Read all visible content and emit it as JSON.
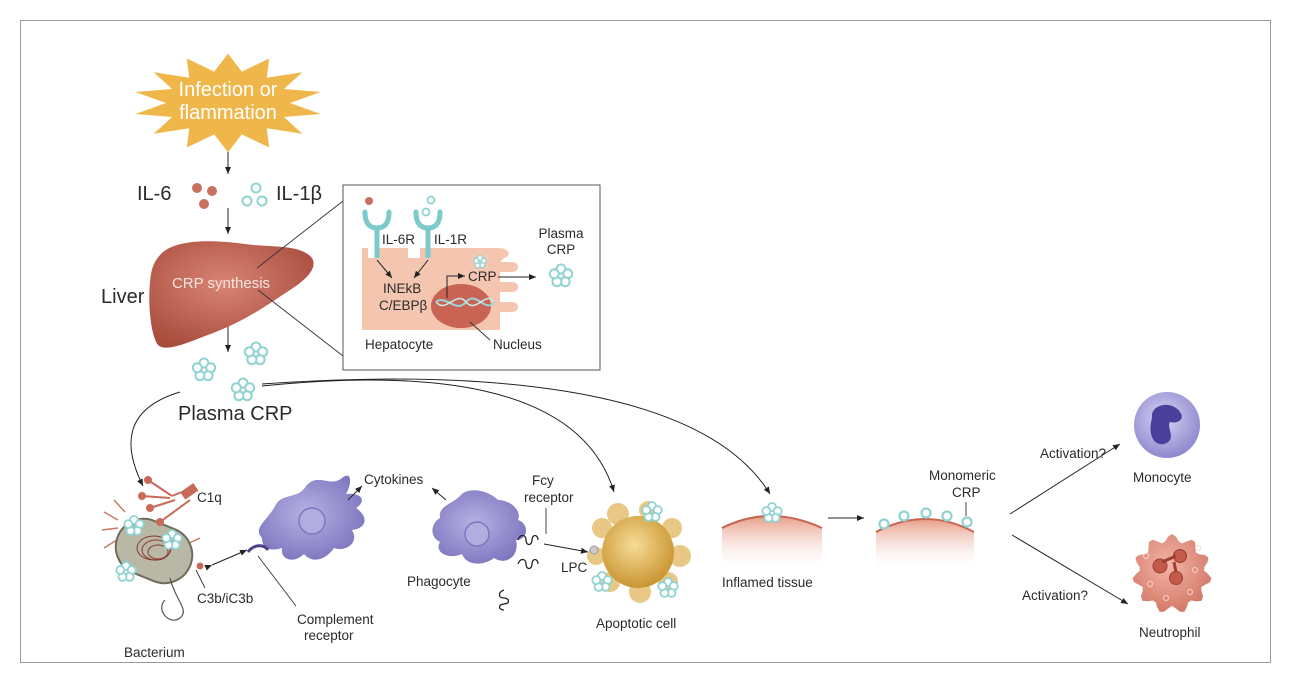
{
  "trigger": {
    "line1": "Infection or",
    "line2": "flammation"
  },
  "cytokines": {
    "il6": "IL-6",
    "il1b": "IL-1β"
  },
  "liver": {
    "label": "Liver",
    "synthesis": "CRP synthesis"
  },
  "inset": {
    "receptor1": "IL-6R",
    "receptor2": "IL-1R",
    "factor1": "INEkB",
    "factor2": "C/EBPβ",
    "crp": "CRP",
    "plasma_line1": "Plasma",
    "plasma_line2": "CRP",
    "hepatocyte": "Hepatocyte",
    "nucleus": "Nucleus"
  },
  "plasma_crp": "Plasma CRP",
  "bottom": {
    "c1q": "C1q",
    "c3b": "C3b/iC3b",
    "bacterium": "Bacterium",
    "complement_line1": "Complement",
    "complement_line2": "receptor",
    "cytokines": "Cytokines",
    "fcy_line1": "Fcy",
    "fcy_line2": "receptor",
    "phagocyte": "Phagocyte",
    "lpc": "LPC",
    "apoptotic": "Apoptotic cell",
    "inflamed": "Inflamed tissue",
    "monomeric_line1": "Monomeric",
    "monomeric_line2": "CRP",
    "activation1": "Activation?",
    "activation2": "Activation?",
    "monocyte": "Monocyte",
    "neutrophil": "Neutrophil"
  },
  "colors": {
    "trigger": "#efb64a",
    "il6": "#c8705e",
    "crp": "#8fd3d3",
    "liver": "#b85a4a",
    "hepatocyte": "#f4c6b0",
    "phagocyte": "#8b82c8",
    "apoptotic": "#d9a945",
    "neutrophil": "#e08878",
    "bacterium": "#b9b7a6"
  }
}
